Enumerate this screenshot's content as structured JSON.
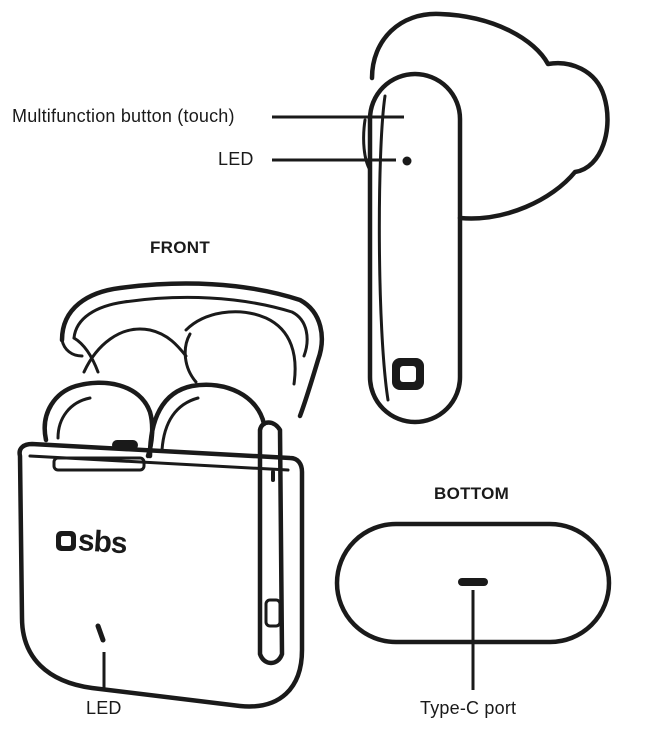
{
  "labels": {
    "multifunction_button": "Multifunction button (touch)",
    "led_top": "LED",
    "front": "FRONT",
    "bottom": "BOTTOM",
    "led_bottom": "LED",
    "type_c_port": "Type-C port"
  },
  "logo_text": "sbs",
  "colors": {
    "ink": "#1a1a1a",
    "background": "#ffffff"
  }
}
